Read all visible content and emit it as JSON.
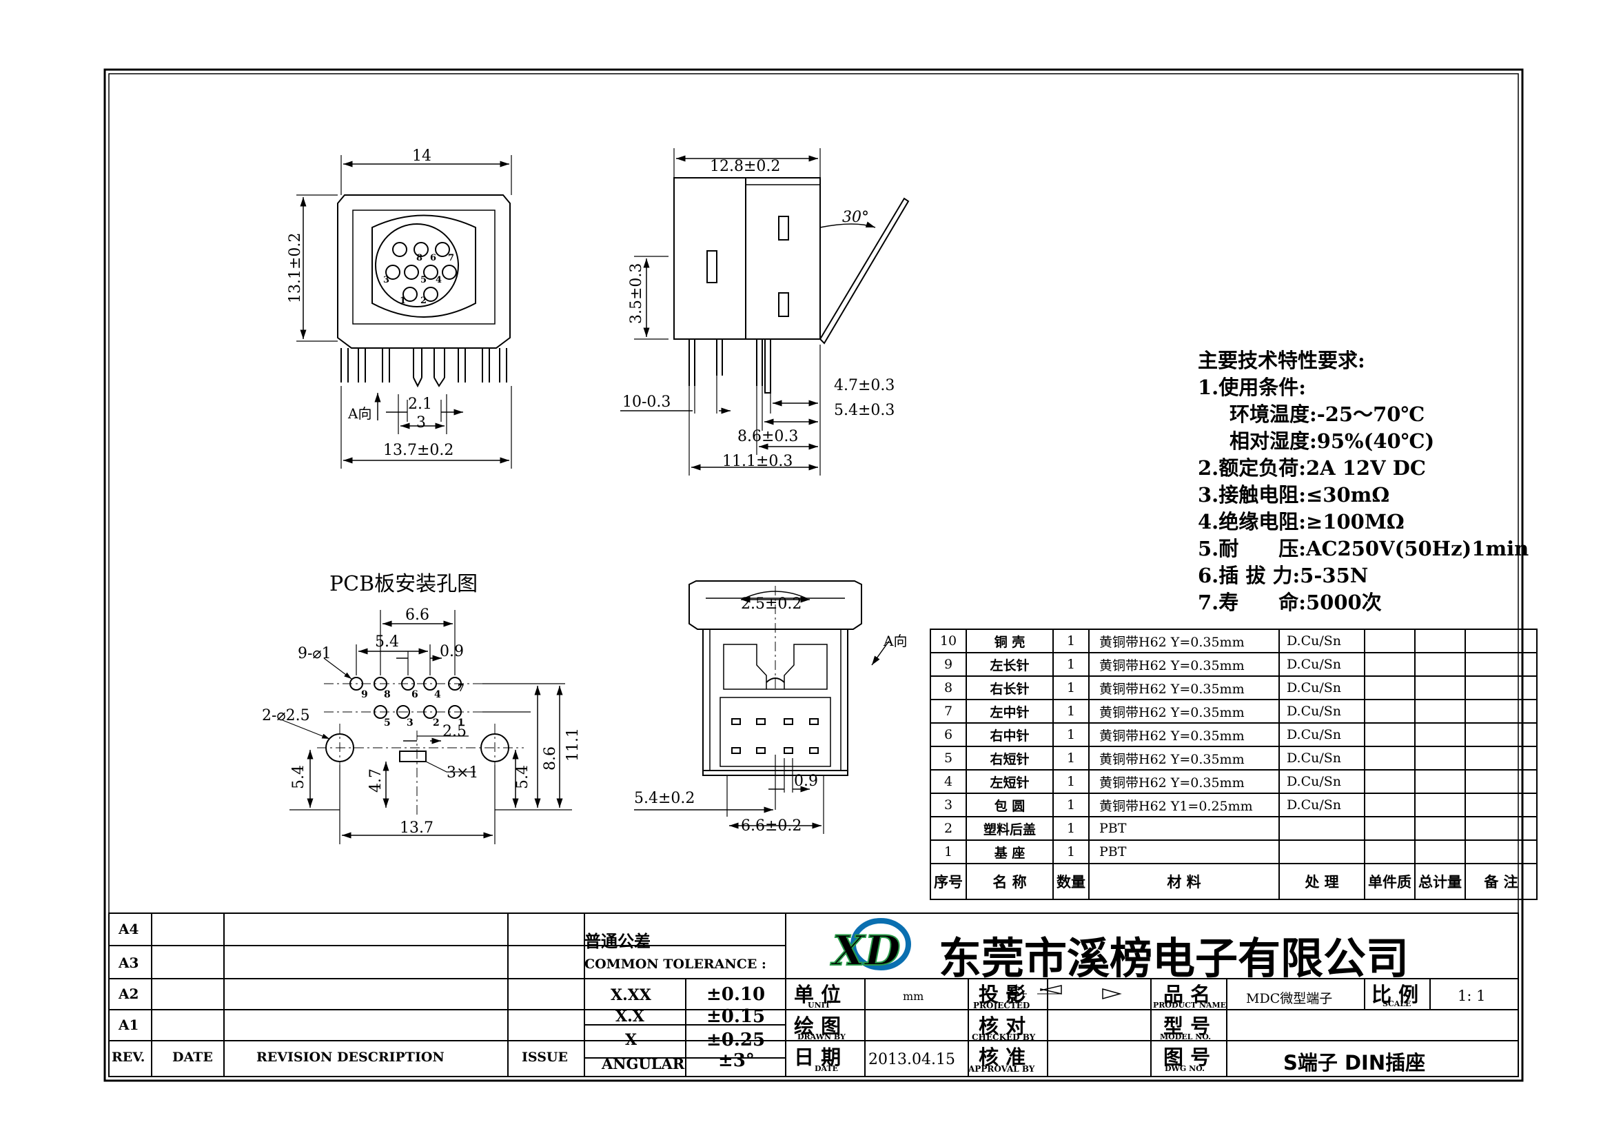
{
  "drawing": {
    "front_view": {
      "dim_top": "14",
      "dim_left": "13.1±0.2",
      "dim_bottom": "13.7±0.2",
      "dim_pitch": "2.1",
      "dim_center": "3",
      "view_label": "A向",
      "pin_numbers": [
        "8",
        "6",
        "7",
        "3",
        "5",
        "4",
        "1",
        "2"
      ]
    },
    "side_view": {
      "dim_top": "12.8±0.2",
      "dim_left": "3.5±0.3",
      "angle": "30°",
      "dim_a": "4.7±0.3",
      "dim_b": "5.4±0.3",
      "dim_c": "10-0.3",
      "dim_d": "8.6±0.3",
      "dim_e": "11.1±0.3"
    },
    "pcb_view": {
      "title": "PCB板安装孔图",
      "dim_66": "6.6",
      "dim_54": "5.4",
      "dim_09": "0.9",
      "holes_small": "9-⌀1",
      "holes_large": "2-⌀2.5",
      "dim_25": "2.5",
      "slot": "3×1",
      "dim_54_left": "5.4",
      "dim_47": "4.7",
      "dim_54_right": "5.4",
      "dim_86": "8.6",
      "dim_111": "11.1",
      "dim_137": "13.7",
      "pin_numbers": [
        "9",
        "8",
        "6",
        "4",
        "7",
        "5",
        "3",
        "2",
        "1"
      ]
    },
    "bottom_view": {
      "dim_top": "2.5±0.2",
      "view_label": "A向",
      "dim_left": "5.4±0.2",
      "dim_09": "0.9",
      "dim_bottom": "6.6±0.2"
    }
  },
  "specs": {
    "title": "主要技术特性要求:",
    "lines": [
      "1.使用条件:",
      "环境温度:-25～70℃",
      "相对湿度:95%(40℃)",
      "2.额定负荷:2A 12V DC",
      "3.接触电阻:≤30mΩ",
      "4.绝缘电阻:≥100MΩ",
      "5.耐　　压:AC250V(50Hz)1min",
      "6.插 拔 力:5-35N",
      "7.寿　　命:5000次"
    ]
  },
  "bom": {
    "rows": [
      {
        "no": "10",
        "name": "铜 壳",
        "qty": "1",
        "material": "黄铜带H62 Y=0.35mm",
        "finish": "D.Cu/Sn"
      },
      {
        "no": "9",
        "name": "左长针",
        "qty": "1",
        "material": "黄铜带H62 Y=0.35mm",
        "finish": "D.Cu/Sn"
      },
      {
        "no": "8",
        "name": "右长针",
        "qty": "1",
        "material": "黄铜带H62 Y=0.35mm",
        "finish": "D.Cu/Sn"
      },
      {
        "no": "7",
        "name": "左中针",
        "qty": "1",
        "material": "黄铜带H62 Y=0.35mm",
        "finish": "D.Cu/Sn"
      },
      {
        "no": "6",
        "name": "右中针",
        "qty": "1",
        "material": "黄铜带H62 Y=0.35mm",
        "finish": "D.Cu/Sn"
      },
      {
        "no": "5",
        "name": "右短针",
        "qty": "1",
        "material": "黄铜带H62 Y=0.35mm",
        "finish": "D.Cu/Sn"
      },
      {
        "no": "4",
        "name": "左短针",
        "qty": "1",
        "material": "黄铜带H62 Y=0.35mm",
        "finish": "D.Cu/Sn"
      },
      {
        "no": "3",
        "name": "包 圆",
        "qty": "1",
        "material": "黄铜带H62 Y1=0.25mm",
        "finish": "D.Cu/Sn"
      },
      {
        "no": "2",
        "name": "塑料后盖",
        "qty": "1",
        "material": "PBT",
        "finish": ""
      },
      {
        "no": "1",
        "name": "基 座",
        "qty": "1",
        "material": "PBT",
        "finish": ""
      }
    ],
    "header": {
      "no": "序号",
      "name": "名 称",
      "qty": "数量",
      "material": "材 料",
      "finish": "处 理",
      "unit_weight": "单件质",
      "total_weight": "总计量",
      "remark": "备 注"
    }
  },
  "title_block": {
    "revisions": [
      "A4",
      "A3",
      "A2",
      "A1"
    ],
    "rev_header": {
      "rev": "REV.",
      "date": "DATE",
      "desc": "REVISION DESCRIPTION",
      "issue": "ISSUE"
    },
    "tolerance_title": "普通公差",
    "tolerance_en": "COMMON TOLERANCE :",
    "tolerances": [
      {
        "k": "X.XX",
        "v": "±0.10"
      },
      {
        "k": "X.X",
        "v": "±0.15"
      },
      {
        "k": "X",
        "v": "±0.25"
      },
      {
        "k": "ANGULAR",
        "v": "±3°"
      }
    ],
    "company": "东莞市溪榜电子有限公司",
    "logo_text": "XD",
    "unit_label": "单 位",
    "unit_en": "UNIT",
    "unit_value": "mm",
    "drawn_label": "绘 图",
    "drawn_en": "DRAWN BY",
    "date_label": "日 期",
    "date_en": "DATE",
    "date_value": "2013.04.15",
    "proj_label": "投 影",
    "proj_en": "PROJECTED",
    "check_label": "核 对",
    "check_en": "CHECKED BY",
    "approve_label": "核 准",
    "approve_en": "APPROVAL BY",
    "pname_label": "品 名",
    "pname_en": "PRODUCT NAME",
    "pname_value": "MDC微型端子",
    "model_label": "型 号",
    "model_en": "MODEL NO.",
    "dwg_label": "图 号",
    "dwg_en": "DWG NO.",
    "dwg_value": "S端子 DIN插座",
    "scale_label": "比 例",
    "scale_en": "SCALE",
    "scale_value": "1: 1"
  }
}
